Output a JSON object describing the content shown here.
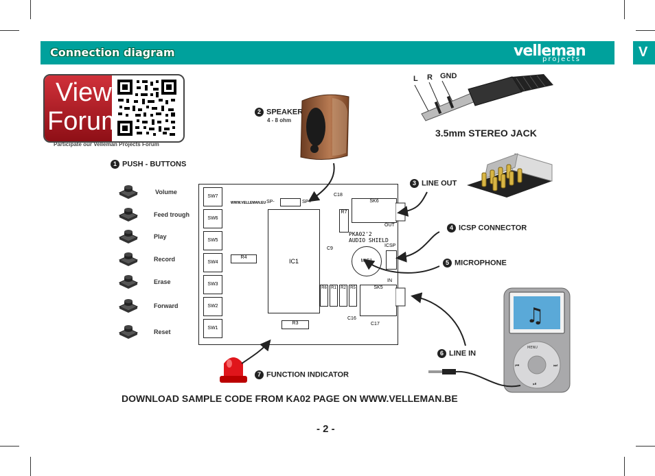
{
  "header": {
    "title": "Connection diagram"
  },
  "logo": {
    "brand": "velleman",
    "sub": "projects"
  },
  "edge_tab": {
    "letter": "V"
  },
  "forum": {
    "word1": "View",
    "word2": "Forum",
    "caption": "Participate our Velleman Projects Forum"
  },
  "labels": {
    "push_buttons": "PUSH - BUTTONS",
    "speaker": "SPEAKER",
    "speaker_ohm": "4 - 8 ohm",
    "line_out": "LINE OUT",
    "icsp": "ICSP CONNECTOR",
    "microphone": "MICROPHONE",
    "line_in": "LINE IN",
    "function_indicator": "FUNCTION INDICATOR",
    "jack_title": "3.5mm STEREO JACK",
    "jack_l": "L",
    "jack_r": "R",
    "jack_gnd": "GND"
  },
  "numbers": [
    "1",
    "2",
    "3",
    "4",
    "5",
    "6",
    "7"
  ],
  "buttons": [
    "Volume",
    "Feed trough",
    "Play",
    "Record",
    "Erase",
    "Forward",
    "Reset"
  ],
  "pcb": {
    "switches": [
      "SW7",
      "SW6",
      "SW5",
      "SW4",
      "SW3",
      "SW2",
      "SW1"
    ],
    "ic": "IC1",
    "board_name": "PKA02'2",
    "board_sub": "AUDIO SHIELD",
    "url": "WWW.VELLEMAN.EU",
    "r4": "R4",
    "r3": "R3",
    "r7": "R7",
    "c18": "C18",
    "c9": "C9",
    "c16": "C16",
    "c17": "C17",
    "mic": "MIC1",
    "sk6": "SK6",
    "sk5": "SK5",
    "out": "OUT",
    "in": "IN",
    "icsp": "ICSP",
    "sp_minus": "SP-",
    "sp_plus": "SP+",
    "resistors": [
      "R6",
      "R1",
      "R2",
      "R5"
    ]
  },
  "footer": "DOWNLOAD SAMPLE CODE FROM KA02 PAGE ON WWW.VELLEMAN.BE",
  "page_number": "- 2 -",
  "player": {
    "menu": "MENU"
  },
  "colors": {
    "teal": "#00a19c",
    "forum_red": "#c0262e",
    "led_red": "#e0151b"
  }
}
